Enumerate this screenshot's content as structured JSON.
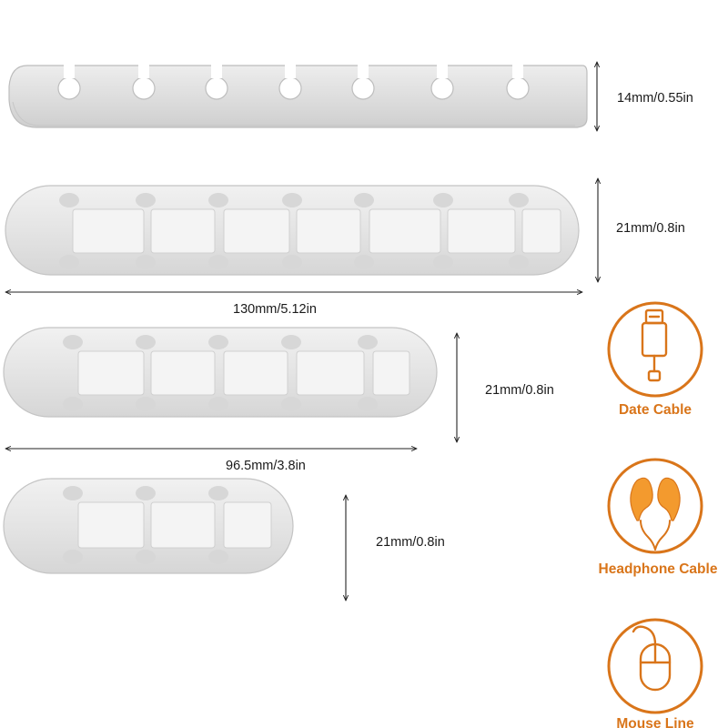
{
  "dimensions": {
    "height_14": "14mm/0.55in",
    "height_21_large": "21mm/0.8in",
    "width_130": "130mm/5.12in",
    "height_21_medium": "21mm/0.8in",
    "width_96": "96.5mm/3.8in",
    "height_21_small": "21mm/0.8in"
  },
  "cable_types": [
    {
      "label": "Date Cable",
      "icon": "usb-cable-icon"
    },
    {
      "label": "Headphone Cable",
      "icon": "earphones-icon"
    },
    {
      "label": "Mouse Line",
      "icon": "mouse-icon"
    }
  ],
  "colors": {
    "accent": "#d9751a",
    "clip_fill": "#e6e6e6",
    "clip_shade": "#d3d3d3",
    "clip_edge": "#bdbdbd"
  }
}
